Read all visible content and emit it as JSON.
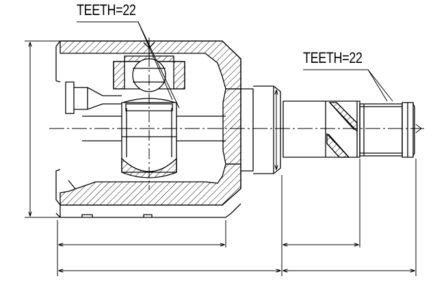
{
  "diagram": {
    "labels": [
      {
        "id": "housing-teeth",
        "text": "TEETH=22"
      },
      {
        "id": "shaft-teeth",
        "text": "TEETH=22"
      }
    ],
    "colors": {
      "ink": "#000000",
      "background": "#ffffff"
    }
  }
}
